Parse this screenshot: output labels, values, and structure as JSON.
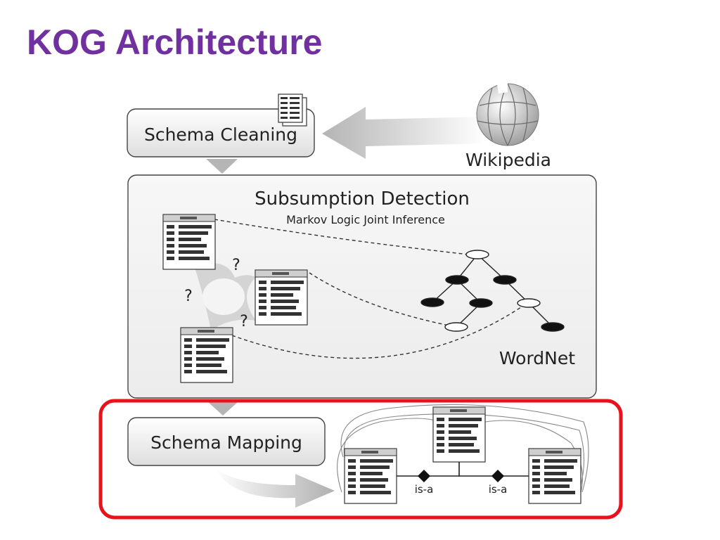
{
  "title": "KOG Architecture",
  "title_color": "#7030A0",
  "highlight_color": "#E8121B",
  "boxes": {
    "schema_cleaning": "Schema Cleaning",
    "subsumption": "Subsumption Detection",
    "subsumption_sub": "Markov Logic Joint Inference",
    "schema_mapping": "Schema Mapping"
  },
  "sources": {
    "wikipedia": "Wikipedia",
    "wordnet": "WordNet"
  },
  "relations": {
    "isa_left": "is-a",
    "isa_right": "is-a"
  },
  "question_marks": [
    "?",
    "?",
    "?"
  ]
}
